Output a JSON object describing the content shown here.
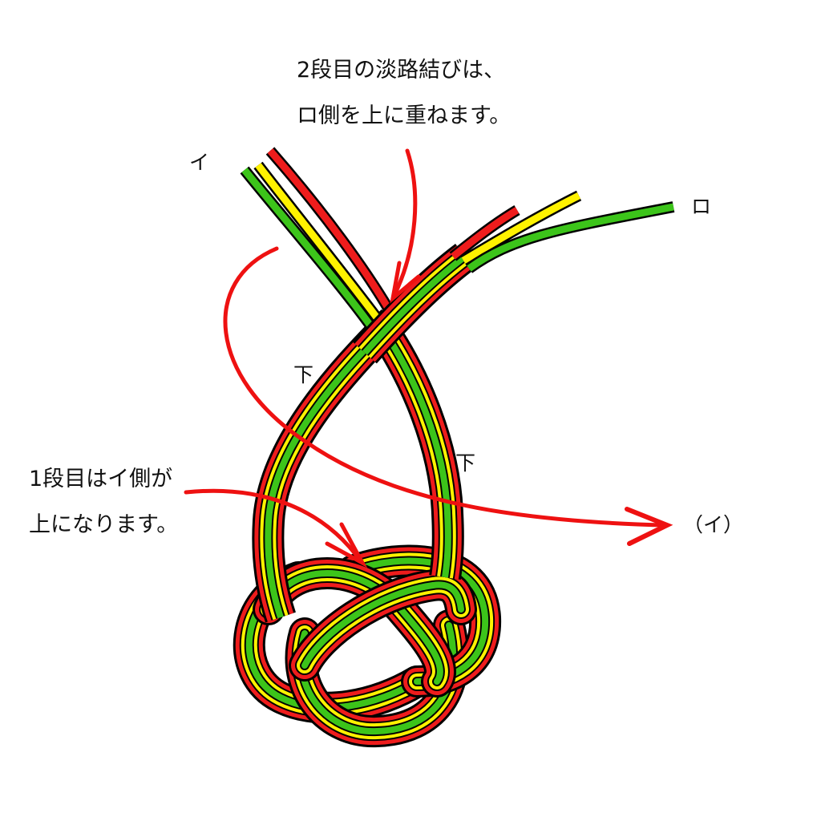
{
  "captions": {
    "top": {
      "line1": "2段目の淡路結びは、",
      "line2": "ロ側を上に重ねます。"
    },
    "left": {
      "line1": "1段目はイ側が",
      "line2": "上になります。"
    }
  },
  "labels": {
    "strand_i": "イ",
    "strand_ro": "ロ",
    "under_left": "下",
    "under_right": "下",
    "destination": "（イ）"
  },
  "colors": {
    "cord_red": "#ee1c1c",
    "cord_yellow": "#fff200",
    "cord_green": "#3cc41a",
    "outline": "#000000",
    "arrow": "#ee1111",
    "background": "#ffffff"
  },
  "cords": [
    "red",
    "yellow",
    "green"
  ]
}
